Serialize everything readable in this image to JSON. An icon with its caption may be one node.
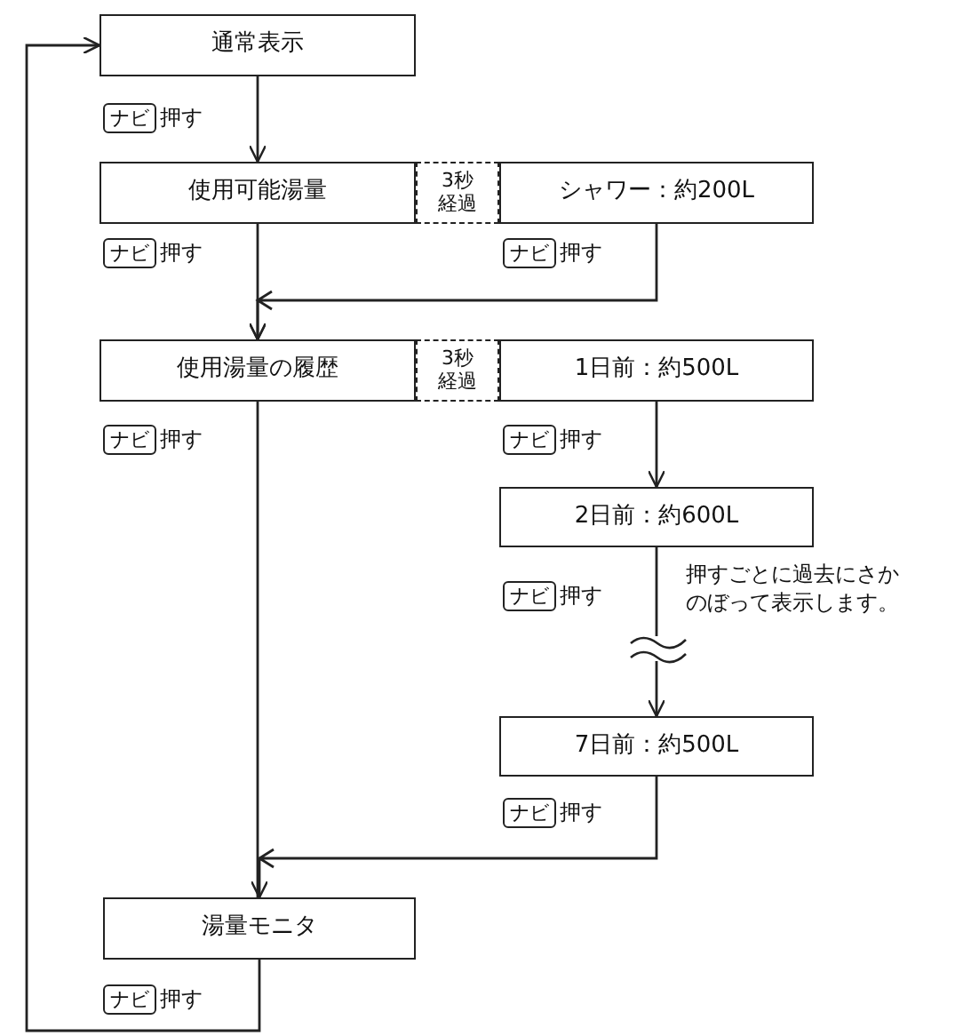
{
  "diagram": {
    "nodes": [
      {
        "text": [
          "通常表示"
        ]
      },
      {
        "text": [
          "使用可能湯量"
        ]
      },
      {
        "text": [
          "3秒経過"
        ]
      },
      {
        "text": [
          "シャワー：約200L"
        ]
      },
      {
        "text": [
          "使用湯量の履歴"
        ]
      },
      {
        "text": [
          "3秒経過"
        ]
      },
      {
        "text": [
          "1日前：約500L"
        ]
      },
      {
        "text": [
          "2日前：約600L"
        ]
      },
      {
        "text": [
          "7日前：約500L"
        ]
      },
      {
        "text": [
          "湯量モニタ"
        ]
      }
    ],
    "edges": [
      {
        "from": 0,
        "to": 1,
        "arrow": "to",
        "label": "ナビ 押す"
      },
      {
        "from": 1,
        "to": 4,
        "arrow": "to",
        "label": "ナビ 押す"
      },
      {
        "from": 3,
        "to": 4,
        "arrow": "to",
        "label": "ナビ 押す"
      },
      {
        "from": 4,
        "to": 9,
        "arrow": "none",
        "label": "ナビ 押す"
      },
      {
        "from": 6,
        "to": 7,
        "arrow": "to",
        "label": "ナビ 押す"
      },
      {
        "from": 7,
        "to": 8,
        "arrow": "to",
        "label": "ナビ 押す"
      },
      {
        "from": 8,
        "to": 9,
        "arrow": "to",
        "label": "ナビ 押す"
      },
      {
        "from": 9,
        "to": 0,
        "arrow": "to",
        "label": "ナビ 押す"
      }
    ],
    "labels": [
      "押すごとに過去にさかのぼって表示します。"
    ]
  }
}
